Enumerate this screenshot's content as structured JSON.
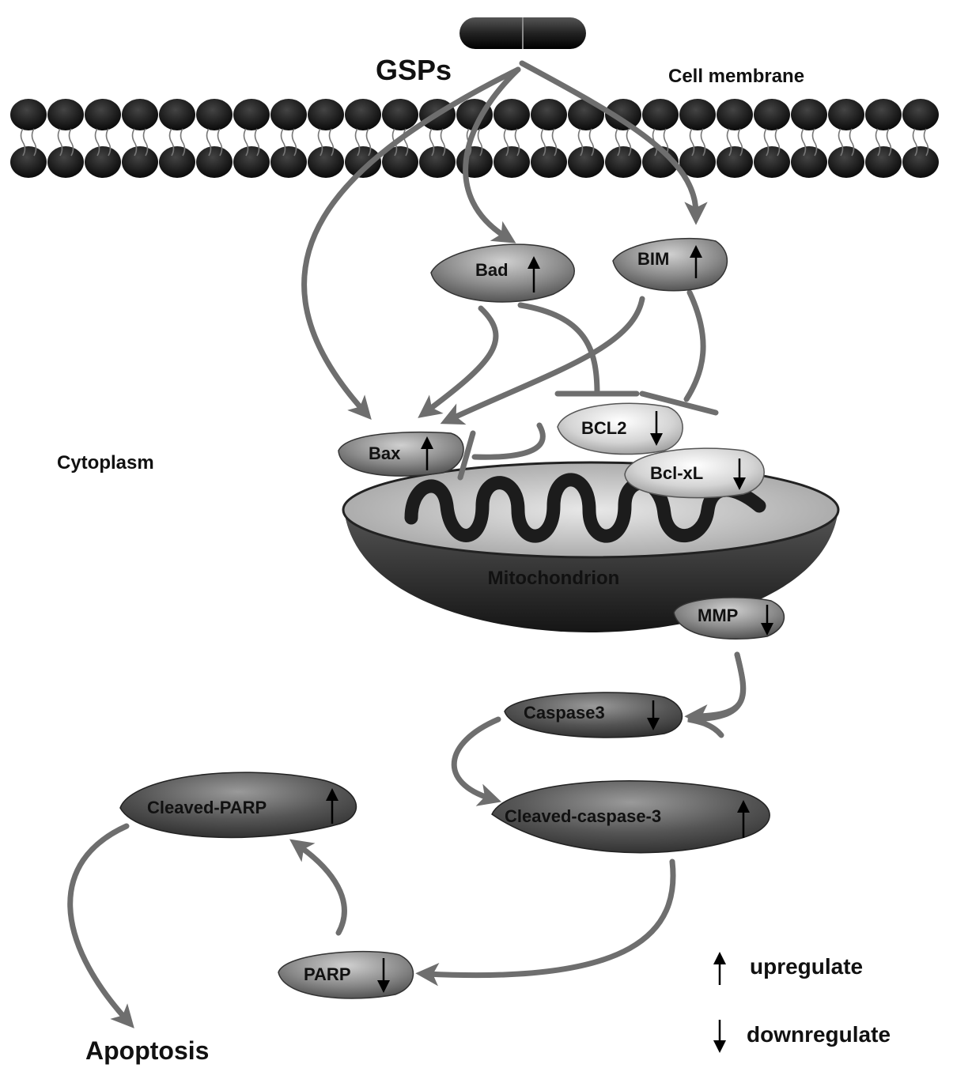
{
  "labels": {
    "drug": "GSPs",
    "membrane": "Cell membrane",
    "cytoplasm": "Cytoplasm",
    "mitochondrion": "Mitochondrion",
    "outcome": "Apoptosis"
  },
  "nodes": {
    "bad": "Bad",
    "bim": "BIM",
    "bax": "Bax",
    "bcl2": "BCL2",
    "bclxl": "Bcl-xL",
    "mmp": "MMP",
    "caspase3": "Caspase3",
    "cleaved_caspase3": "Cleaved-caspase-3",
    "cleaved_parp": "Cleaved-PARP",
    "parp": "PARP"
  },
  "legend": {
    "up": "upregulate",
    "down": "downregulate"
  },
  "colors": {
    "arrow": "#6e6e6e",
    "node_dark": "#4a4a4a",
    "node_light": "#d8d8d8",
    "membrane": "#1a1a1a"
  }
}
